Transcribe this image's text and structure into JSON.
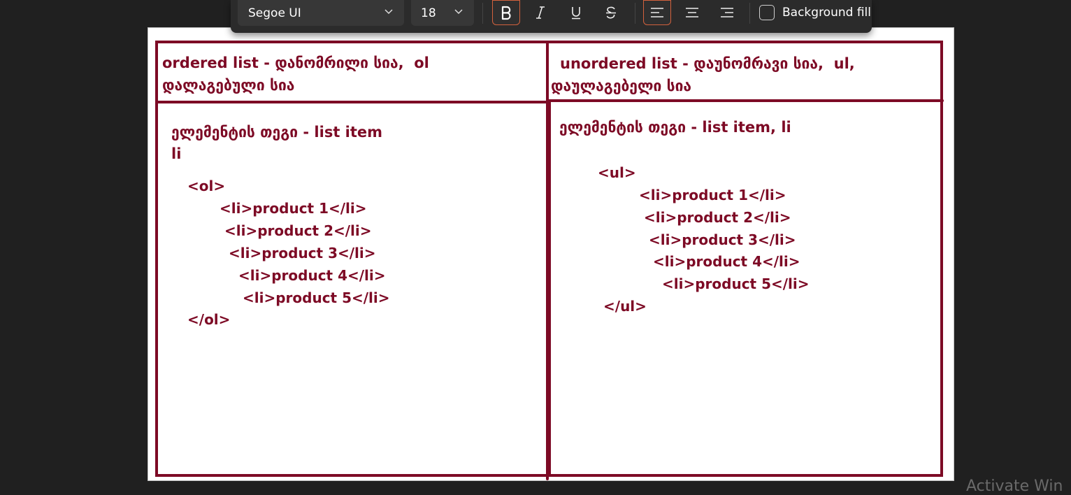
{
  "toolbar": {
    "font_family_value": "Segoe UI",
    "font_size_value": "18",
    "bold_icon": "bold-icon",
    "italic_icon": "italic-icon",
    "underline_icon": "underline-icon",
    "strikethrough_icon": "strikethrough-icon",
    "align_left_icon": "align-left-icon",
    "align_center_icon": "align-center-icon",
    "align_right_icon": "align-right-icon",
    "background_fill_label": "Background fill",
    "bold_active": true,
    "align_left_active": true,
    "background_fill_checked": false
  },
  "colors": {
    "ink": "#7d0a25",
    "toolbar_bg": "#2b2b2b",
    "active_accent": "#d2613d",
    "page_bg": "#202020"
  },
  "board": {
    "left": {
      "heading_line1": "ordered list - დანომრილი სია,  ol",
      "heading_line2": "დალაგებული სია",
      "item_tag_line1": "ელემენტის თეგი - list item",
      "item_tag_line2": "li",
      "code_open": "<ol>",
      "items": [
        "<li>product 1</li>",
        "<li>product 2</li>",
        "<li>product 3</li>",
        "<li>product 4</li>",
        "<li>product 5</li>"
      ],
      "code_close": "</ol>"
    },
    "right": {
      "heading_line1": "unordered list - დაუნომრავი სია,  ul,",
      "heading_line2": "დაულაგებელი სია",
      "item_tag_line1": "ელემენტის თეგი - list item, li",
      "code_open": "<ul>",
      "items": [
        "<li>product 1</li>",
        "<li>product 2</li>",
        "<li>product 3</li>",
        "<li>product 4</li>",
        "<li>product 5</li>"
      ],
      "code_close": "</ul>"
    }
  },
  "watermark": "Activate Win"
}
